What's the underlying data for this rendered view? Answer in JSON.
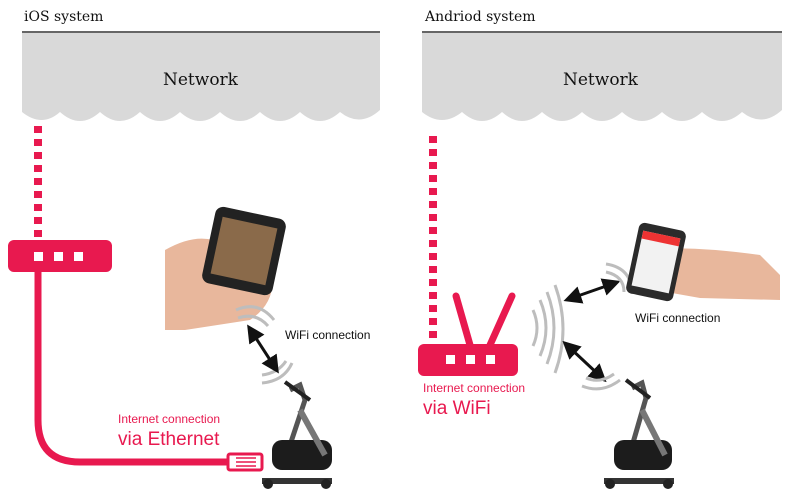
{
  "colors": {
    "accent": "#e8194f",
    "cloud": "#d9d9d9",
    "wave": "#bdbdbd"
  },
  "ios": {
    "title": "iOS system",
    "network_label": "Network",
    "wifi_label": "WiFi connection",
    "internet_label": "Internet connection",
    "via_label": "via Ethernet"
  },
  "android": {
    "title": "Andriod system",
    "network_label": "Network",
    "wifi_label": "WiFi connection",
    "internet_label": "Internet connection",
    "via_label": "via WiFi"
  }
}
